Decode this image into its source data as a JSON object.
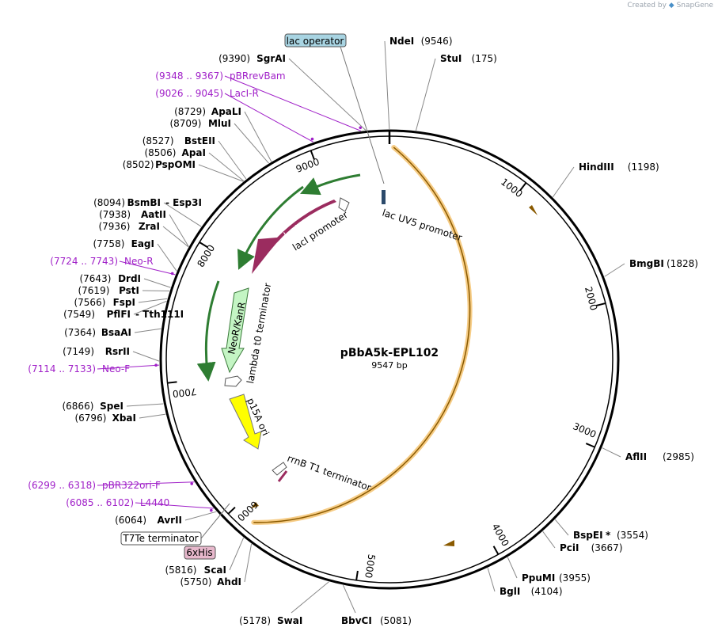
{
  "watermark": {
    "created_by": "Created by",
    "brand": "SnapGene"
  },
  "plasmid": {
    "name": "pBbA5k-EPL102",
    "length_label": "9547 bp",
    "total_bp": 9547
  },
  "colors": {
    "backbone": "#000000",
    "primer": "#a020c8",
    "cds_highlight": "#f5c678",
    "laci": "#9b2c5f",
    "neo": "#c4f5c4",
    "p15a": "#ffff00",
    "promoter_arrow": "#2e7d32",
    "lac_operator_box": "#a8d4e2",
    "his_box": "#e7b8cc"
  },
  "ticks": [
    {
      "bp": 1000,
      "label": "1000"
    },
    {
      "bp": 2000,
      "label": "2000"
    },
    {
      "bp": 3000,
      "label": "3000"
    },
    {
      "bp": 4000,
      "label": "4000"
    },
    {
      "bp": 5000,
      "label": "5000"
    },
    {
      "bp": 6000,
      "label": "6000"
    },
    {
      "bp": 7000,
      "label": "7000"
    },
    {
      "bp": 8000,
      "label": "8000"
    },
    {
      "bp": 9000,
      "label": "9000"
    }
  ],
  "enzymes_right": [
    {
      "name": "NdeI",
      "pos": "(9546)",
      "bp": 9546
    },
    {
      "name": "StuI",
      "pos": "(175)",
      "bp": 175
    },
    {
      "name": "HindIII",
      "pos": "(1198)",
      "bp": 1198
    },
    {
      "name": "BmgBI",
      "pos": "(1828)",
      "bp": 1828
    },
    {
      "name": "AflII",
      "pos": "(2985)",
      "bp": 2985
    },
    {
      "name": "BspEI",
      "pos": "(3554)",
      "bp": 3554,
      "star": "*"
    },
    {
      "name": "PciI",
      "pos": "(3667)",
      "bp": 3667
    },
    {
      "name": "PpuMI",
      "pos": "(3955)",
      "bp": 3955
    },
    {
      "name": "BglI",
      "pos": "(4104)",
      "bp": 4104
    }
  ],
  "enzymes_left": [
    {
      "name": "SgrAI",
      "pos": "(9390)",
      "bp": 9390
    },
    {
      "name": "ApaLI",
      "pos": "(8729)",
      "bp": 8729
    },
    {
      "name": "MluI",
      "pos": "(8709)",
      "bp": 8709
    },
    {
      "name": "BstEII",
      "pos": "(8527)",
      "bp": 8527
    },
    {
      "name": "ApaI",
      "pos": "(8506)",
      "bp": 8506
    },
    {
      "name": "PspOMI",
      "pos": "(8502)",
      "bp": 8502
    },
    {
      "name": "BsmBI",
      "pos": "(8094)",
      "bp": 8094,
      "extra": "-  Esp3I"
    },
    {
      "name": "AatII",
      "pos": "(7938)",
      "bp": 7938
    },
    {
      "name": "ZraI",
      "pos": "(7936)",
      "bp": 7936
    },
    {
      "name": "EagI",
      "pos": "(7758)",
      "bp": 7758
    },
    {
      "name": "DrdI",
      "pos": "(7643)",
      "bp": 7643
    },
    {
      "name": "PstI",
      "pos": "(7619)",
      "bp": 7619
    },
    {
      "name": "FspI",
      "pos": "(7566)",
      "bp": 7566
    },
    {
      "name": "PflFI",
      "pos": "(7549)",
      "bp": 7549,
      "extra": "-  Tth111I"
    },
    {
      "name": "BsaAI",
      "pos": "(7364)",
      "bp": 7364
    },
    {
      "name": "RsrII",
      "pos": "(7149)",
      "bp": 7149
    },
    {
      "name": "SpeI",
      "pos": "(6866)",
      "bp": 6866
    },
    {
      "name": "XbaI",
      "pos": "(6796)",
      "bp": 6796
    },
    {
      "name": "AvrII",
      "pos": "(6064)",
      "bp": 6064
    },
    {
      "name": "ScaI",
      "pos": "(5816)",
      "bp": 5816
    },
    {
      "name": "AhdI",
      "pos": "(5750)",
      "bp": 5750
    }
  ],
  "enzymes_bottom": [
    {
      "name": "SwaI",
      "pos": "(5178)",
      "bp": 5178
    },
    {
      "name": "BbvCI",
      "pos": "(5081)",
      "bp": 5081
    }
  ],
  "primers": [
    {
      "range": "(9348 .. 9367)",
      "name": "pBRrevBam",
      "bp": 9357
    },
    {
      "range": "(9026 .. 9045)",
      "name": "LacI-R",
      "bp": 9035
    },
    {
      "range": "(7724 .. 7743)",
      "name": "Neo-R",
      "bp": 7733
    },
    {
      "range": "(7114 .. 7133)",
      "name": "Neo-F",
      "bp": 7123
    },
    {
      "range": "(6299 .. 6318)",
      "name": "pBR322ori-F",
      "bp": 6308
    },
    {
      "range": "(6085 .. 6102)",
      "name": "L4440",
      "bp": 6093
    }
  ],
  "boxed_features": {
    "lac_operator": "lac operator",
    "t7te": "T7Te terminator",
    "his": "6xHis"
  },
  "features": {
    "laci": "lacI",
    "laci_promoter": "lacI promoter",
    "lac_uv5": "lac UV5 promoter",
    "neo": "NeoR/KanR",
    "lambda_t0": "lambda t0 terminator",
    "p15a": "p15A ori",
    "rrnb": "rrnB T1 terminator"
  }
}
